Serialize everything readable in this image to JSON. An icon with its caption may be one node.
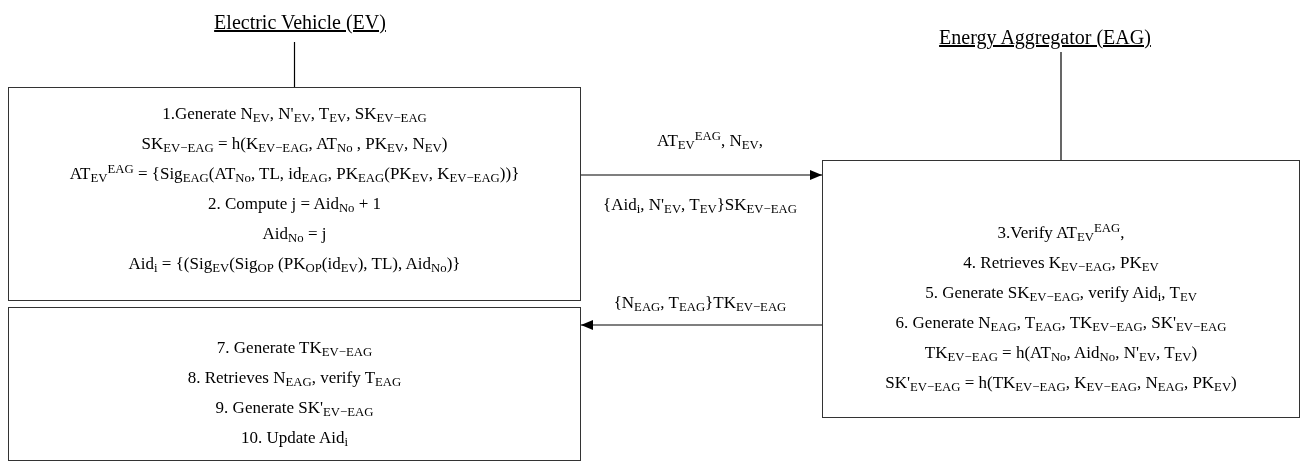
{
  "diagram": {
    "nodes": [
      {
        "text": [
          "Electric Vehicle (EV)"
        ]
      },
      {
        "text": [
          "1.Generate  N$_{EV}$, N'$_{EV}$, T$_{EV}$, SK$_{EV−EAG}$",
          "SK$_{EV−EAG}$ = h(K$_{EV−EAG}$, AT$_{No}$ , PK$_{EV}$, N$_{EV}$)",
          "AT$_{EV}$$^{EAG}$ = {Sig$_{EAG}$(AT$_{No}$, TL, id$_{EAG}$, PK$_{EAG}$(PK$_{EV}$, K$_{EV−EAG}$))}",
          "2. Compute  j = Aid$_{No}$ + 1",
          "Aid$_{No}$ = j",
          "Aid$_{i}$ = {(Sig$_{EV}$(Sig$_{OP}$ (PK$_{OP}$(id$_{EV}$), TL), Aid$_{No}$)}"
        ]
      },
      {
        "text": [
          "Energy Aggregator (EAG)"
        ]
      },
      {
        "text": [
          "3.Verify  AT$_{EV}$$^{EAG}$,",
          "4. Retrieves  K$_{EV−EAG}$,  PK$_{EV}$",
          "5. Generate  SK$_{EV−EAG}$, verify  Aid$_{i}$,  T$_{EV}$",
          "6. Generate  N$_{EAG}$, T$_{EAG}$, TK$_{EV−EAG}$, SK'$_{EV−EAG}$",
          "TK$_{EV−EAG}$ = h(AT$_{No}$, Aid$_{No}$, N'$_{EV}$, T$_{EV}$)",
          "SK'$_{EV−EAG}$ = h(TK$_{EV−EAG}$, K$_{EV−EAG}$, N$_{EAG}$, PK$_{EV}$)"
        ]
      },
      {
        "text": [
          "7. Generate  TK$_{EV−EAG}$",
          "8. Retrieves  N$_{EAG}$, verify  T$_{EAG}$",
          "9. Generate  SK'$_{EV−EAG}$",
          "10. Update  Aid$_{i}$"
        ]
      }
    ],
    "edges": [
      {
        "from": 0,
        "to": 1,
        "arrow": "none"
      },
      {
        "from": 2,
        "to": 3,
        "arrow": "none"
      },
      {
        "from": 1,
        "to": 3,
        "arrow": "to",
        "label": "AT$_{EV}$$^{EAG}$, N$_{EV}$,"
      },
      {
        "from": 3,
        "to": 4,
        "arrow": "to",
        "label": "{N$_{EAG}$, T$_{EAG}$}TK$_{EV−EAG}$"
      }
    ],
    "labels": [
      "{Aid$_{i}$, N'$_{EV}$, T$_{EV}$}SK$_{EV−EAG}$"
    ]
  }
}
